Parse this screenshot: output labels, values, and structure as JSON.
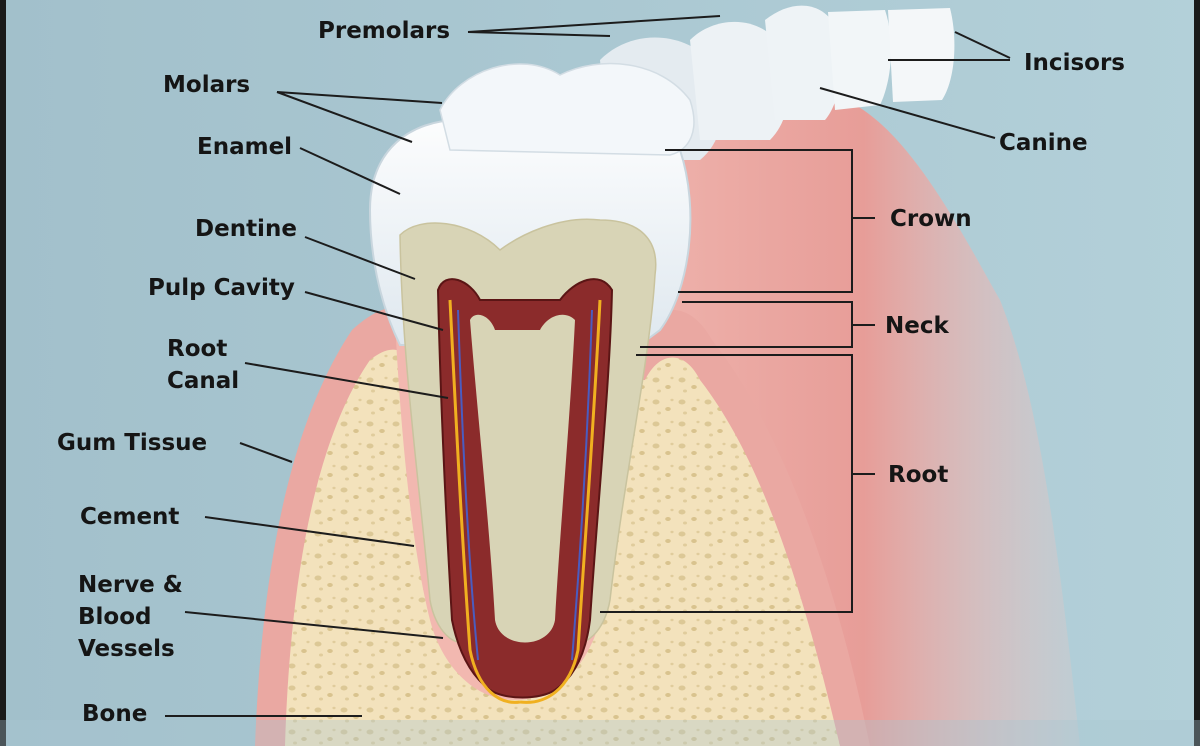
{
  "diagram": {
    "labels": {
      "premolars": "Premolars",
      "molars": "Molars",
      "incisors": "Incisors",
      "canine": "Canine",
      "enamel": "Enamel",
      "dentine": "Dentine",
      "pulp_cavity": "Pulp Cavity",
      "root_canal": [
        "Root",
        "Canal"
      ],
      "gum_tissue": "Gum Tissue",
      "cement": "Cement",
      "nerve_blood_vessels": [
        "Nerve &",
        "Blood",
        "Vessels"
      ],
      "bone": "Bone",
      "crown": "Crown",
      "neck": "Neck",
      "root": "Root"
    },
    "colors": {
      "background": "#a9c7d1",
      "gum": "#e8a39e",
      "bone": "#f3e2bc",
      "enamel": "#f4f8fb",
      "dentine": "#d9d5b8",
      "pulp": "#8a2a2a",
      "nerve": "#f0b020"
    }
  }
}
